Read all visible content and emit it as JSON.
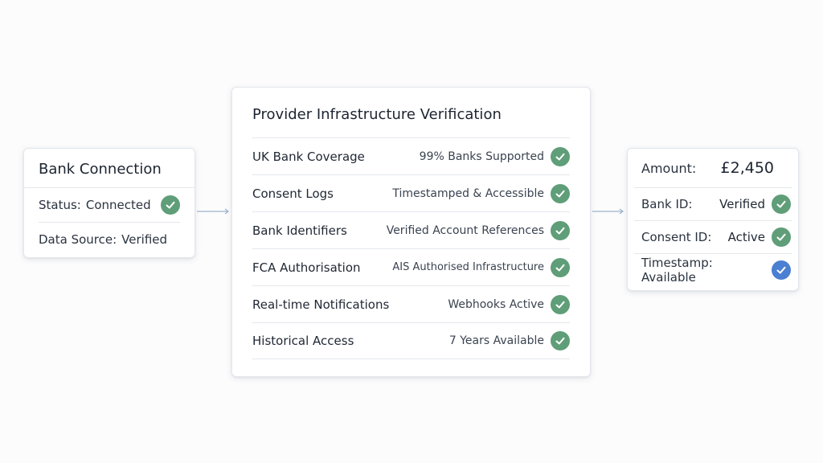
{
  "colors": {
    "check_green": "#5f9e78",
    "check_blue": "#4a7fd1",
    "arrow": "#9bb3cc"
  },
  "bank_connection": {
    "title": "Bank Connection",
    "status_label": "Status:",
    "status_value": "Connected",
    "status_icon": "check-circle-green",
    "source_label": "Data Source:",
    "source_value": "Verified"
  },
  "provider": {
    "title": "Provider Infrastructure Verification",
    "rows": [
      {
        "label": "UK Bank Coverage",
        "value": "99% Banks Supported",
        "icon": "check-circle-green"
      },
      {
        "label": "Consent Logs",
        "value": "Timestamped & Accessible",
        "icon": "check-circle-green"
      },
      {
        "label": "Bank Identifiers",
        "value": "Verified Account References",
        "icon": "check-circle-green"
      },
      {
        "label": "FCA Authorisation",
        "value": "AIS Authorised Infrastructure",
        "icon": "check-circle-green"
      },
      {
        "label": "Real-time Notifications",
        "value": "Webhooks Active",
        "icon": "check-circle-green"
      },
      {
        "label": "Historical Access",
        "value": "7 Years Available",
        "icon": "check-circle-green"
      }
    ]
  },
  "summary": {
    "amount_label": "Amount:",
    "amount_value": "£2,450",
    "rows": [
      {
        "label": "Bank ID:",
        "value": "Verified",
        "icon": "check-circle-green"
      },
      {
        "label": "Consent ID:",
        "value": "Active",
        "icon": "check-circle-green"
      },
      {
        "label": "Timestamp: Available",
        "value": "",
        "icon": "check-circle-blue"
      }
    ]
  }
}
